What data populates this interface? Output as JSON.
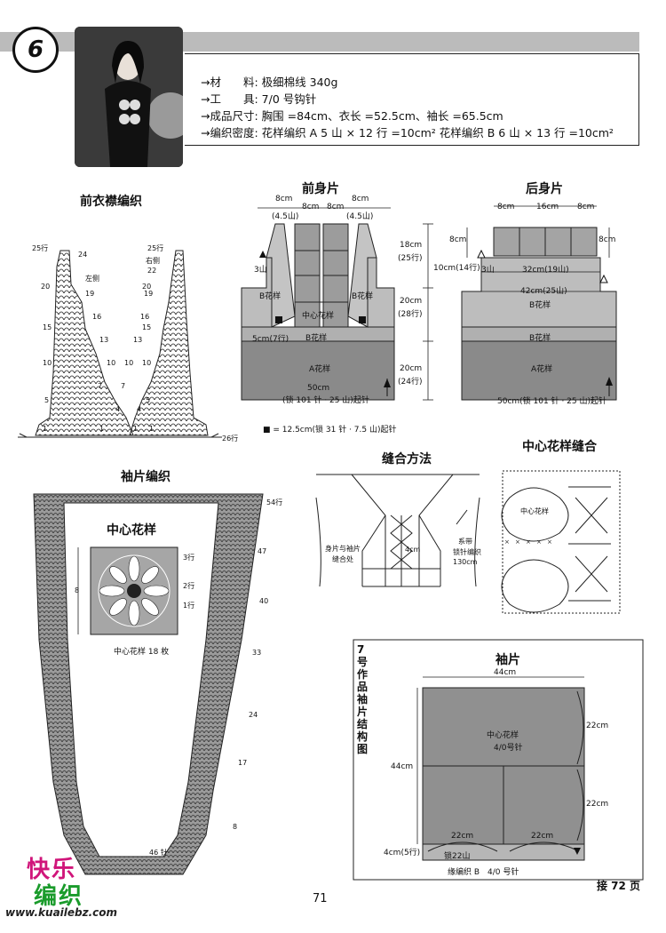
{
  "header": {
    "pattern_number": "6",
    "specs": [
      {
        "label": "→材　　料:",
        "value": "极细棉线 340g"
      },
      {
        "label": "→工　　具:",
        "value": "7/0 号钩针"
      },
      {
        "label": "→成品尺寸:",
        "value": "胸围 =84cm、衣长 =52.5cm、袖长 =65.5cm"
      },
      {
        "label": "→编织密度:",
        "value": "花样编织 A 5 山 × 12 行 =10cm²  花样编织 B 6 山 × 13 行 =10cm²"
      }
    ]
  },
  "sections": {
    "front_placket": "前衣襟编织",
    "front_body": "前身片",
    "back_body": "后身片",
    "sleeve_knit": "袖片编织",
    "seaming": "缝合方法",
    "center_join": "中心花样缝合",
    "sleeve": "袖片"
  },
  "placket": {
    "rows_top": "25行",
    "rows_top_r": "25行",
    "left": "左侧",
    "right": "右侧",
    "l_labels": [
      "24",
      "19",
      "16",
      "13",
      "10",
      "7",
      "4",
      "1"
    ],
    "r_labels": [
      "22",
      "19",
      "16",
      "13",
      "10",
      "7",
      "4",
      "1"
    ],
    "l_rows": [
      "20",
      "15",
      "10",
      "5",
      "1"
    ],
    "r_rows": [
      "20",
      "15",
      "10",
      "5",
      "1"
    ],
    "bottom": "26行"
  },
  "front": {
    "top_8a": "8cm",
    "top_8a_sub": "(4.5山)",
    "top_8b": "8cm",
    "top_8c": "8cm",
    "top_8d": "8cm",
    "top_8d_sub": "(4.5山)",
    "h18": "18cm",
    "h18_sub": "(25行)",
    "h20": "20cm",
    "h20_sub": "(28行)",
    "h20b": "20cm",
    "h20b_sub": "(24行)",
    "b_left": "B花样",
    "b_right": "B花样",
    "center": "中心花样",
    "b_mid": "B花样",
    "a": "A花样",
    "w5": "5cm(7行)",
    "w50": "50cm",
    "chain": "(锁 101 针 · 25 山)起针",
    "three": "3山",
    "note": "■ = 12.5cm(锁 31 针 · 7.5 山)起针"
  },
  "back": {
    "w8a": "8cm",
    "w16": "16cm",
    "w8b": "8cm",
    "h8": "8cm",
    "h8r": "8cm",
    "h10": "10cm(14行)",
    "w32": "32cm(19山)",
    "w42": "42cm(25山)",
    "b1": "B花样",
    "b2": "B花样",
    "a": "A花样",
    "chain": "50cm(锁 101 针 · 25 山)起针",
    "three": "3山"
  },
  "sleeve_knit": {
    "center_title": "中心花样",
    "rows": [
      "3行",
      "2行",
      "1行"
    ],
    "eight": "8",
    "count": "中心花样 18 枚",
    "right_labels": [
      "54行",
      "47",
      "40",
      "33",
      "24",
      "17",
      "8"
    ],
    "bottom": "46 针"
  },
  "seam": {
    "seam_at": "身片与袖片",
    "seam_at2": "缝合处",
    "cord": "系带",
    "cord2": "锁针编织",
    "cord3": "130cm",
    "h4": "4cm"
  },
  "join": {
    "label": "中心花样"
  },
  "sleeve7": {
    "side_title": "7号作品袖片结构图",
    "w44": "44cm",
    "h44": "44cm",
    "center": "中心花样",
    "hook": "4/0号针",
    "h22a": "22cm",
    "h22b": "22cm",
    "w22a": "22cm",
    "w22b": "22cm",
    "h4": "4cm(5行)",
    "chain": "锁22山",
    "edge": "缘编织 B　4/0 号针"
  },
  "footer": {
    "page": "71",
    "continue": "接 72 页"
  },
  "logo": {
    "line1": "快乐",
    "line2": "编织",
    "url": "www.kuailebz.com"
  }
}
